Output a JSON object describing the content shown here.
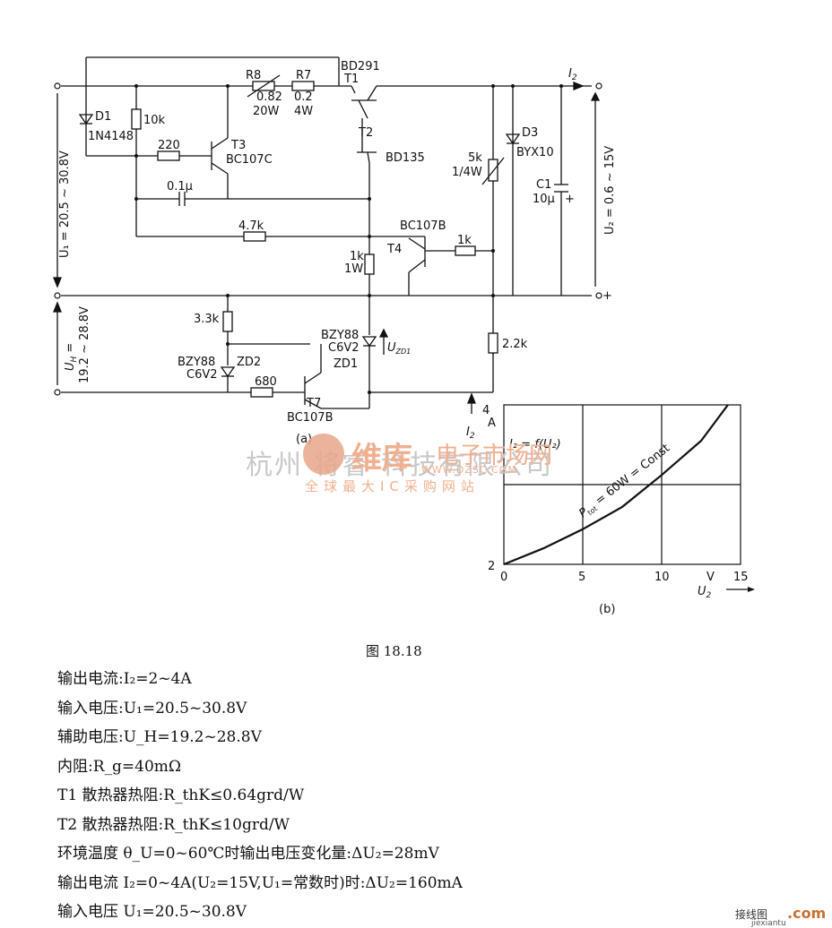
{
  "schematic": {
    "labels": {
      "bd291": "BD291",
      "t1": "T1",
      "r8": "R8",
      "r8_val": "0.82",
      "r8_pow": "20W",
      "r7": "R7",
      "r7_val": "0.2",
      "r7_pow": "4W",
      "d1": "D1",
      "d1_type": "1N4148",
      "r10k": "10k",
      "r220": "220",
      "t3": "T3",
      "t3_type": "BC107C",
      "t2": "T2",
      "bd135": "BD135",
      "c01": "0.1μ",
      "r47k": "4.7k",
      "bc107b_t4": "BC107B",
      "t4": "T4",
      "r1k_t4": "1k",
      "r1k": "1k",
      "r1w": "1W",
      "r5k": "5k",
      "r5k_pow": "1/4W",
      "d3": "D3",
      "byx10": "BYX10",
      "c1": "C1",
      "c1_val": "10μ",
      "plus": "+",
      "i2": "I",
      "i2_sub": "2",
      "u1": "U₁ = 20.5 ~ 30.8V",
      "u2": "U₂ = 0.6 ~ 15V",
      "uh_a": "U",
      "uh_sub": "H",
      "uh_b": " =",
      "uh_range": "19.2 ~ 28.8V",
      "r33k": "3.3k",
      "bzy88_zd2": "BZY88",
      "c6v2_zd2": "C6V2",
      "zd2": "ZD2",
      "bzy88_zd1": "BZY88",
      "c6v2_zd1": "C6V2",
      "zd1": "ZD1",
      "uzd1": "U",
      "uzd1_sub": "ZD1",
      "r680": "680",
      "t7": "T7",
      "bc107b_t7": "BC107B",
      "r22k": "2.2k",
      "fig_a": "(a)"
    }
  },
  "chart_data": {
    "type": "line",
    "title": "I₂ = f(U₂)",
    "annotation": "P_tot = 60W = Const",
    "annotation_parts": {
      "p": "P",
      "sub": "tot",
      "rest": " = 60W = Const"
    },
    "xlabel": "U₂",
    "xlabel_parts": {
      "main": "U",
      "sub": "2"
    },
    "x_unit": "V",
    "ylabel": "I₂",
    "ylabel_parts": {
      "main": "I",
      "sub": "2"
    },
    "y_unit": "A",
    "xlim": [
      0,
      15
    ],
    "ylim": [
      2,
      4
    ],
    "x_ticks": [
      "0",
      "5",
      "10",
      "15"
    ],
    "y_ticks": [
      "2",
      "4"
    ],
    "grid": true,
    "sublabel": "(b)",
    "series": [
      {
        "x": [
          0,
          2.5,
          5,
          7.5,
          10,
          12.5,
          14.2
        ],
        "y": [
          2.0,
          2.2,
          2.44,
          2.72,
          3.12,
          3.55,
          4.0
        ]
      }
    ]
  },
  "figure_caption": "图 18.18",
  "specs": [
    "输出电流:I₂=2~4A",
    "输入电压:U₁=20.5~30.8V",
    "辅助电压:U_H=19.2~28.8V",
    "内阻:R_g=40mΩ",
    "T1 散热器热阻:R_thK≤0.64grd/W",
    "T2 散热器热阻:R_thK≤10grd/W",
    "环境温度 θ_U=0~60℃时输出电压变化量:ΔU₂=28mV",
    "输出电流 I₂=0~4A(U₂=15V,U₁=常数时)时:ΔU₂=160mA",
    "输入电压 U₁=20.5~30.8V"
  ],
  "watermark": {
    "company": "杭州    将睿    科技有限公司",
    "logo_text": "维库",
    "mid_text": "电子市场网",
    "url": "WWW.DZSC.COM",
    "sub": "全球最大IC采购网站"
  },
  "corner": {
    "site": "接线图",
    "com": ".com",
    "sub": "jiexiantu"
  }
}
